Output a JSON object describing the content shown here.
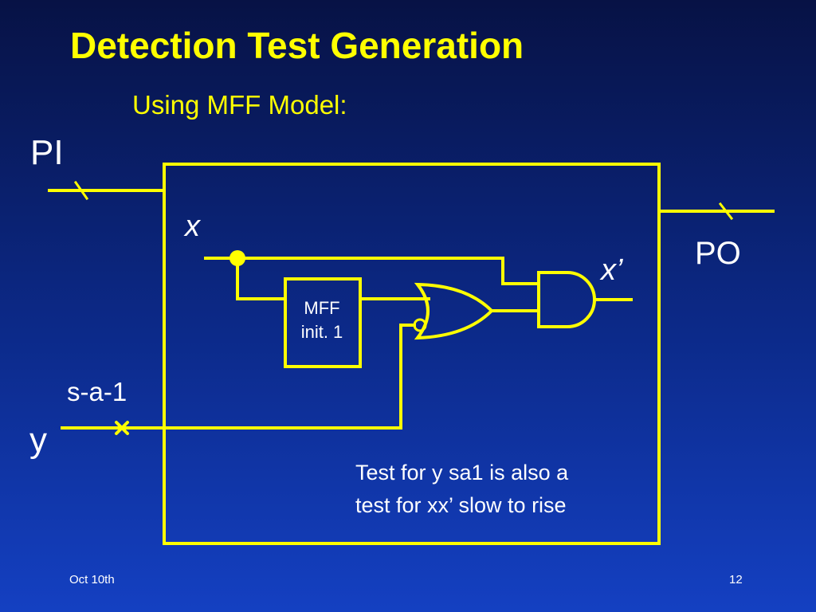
{
  "slide": {
    "title": "Detection Test Generation",
    "subtitle": "Using MFF Model:"
  },
  "diagram": {
    "pi_label": "PI",
    "po_label": "PO",
    "x_label": "x",
    "x_prime_label": "x’",
    "y_label": "y",
    "fault_label": "s-a-1",
    "mff_line1": "MFF",
    "mff_line2": "init. 1",
    "wire_color": "#ffff00",
    "fault_marker_color": "#ffff00"
  },
  "note": {
    "line1": "Test for y sa1 is also a",
    "line2": "test for xx’ slow to rise"
  },
  "footer": {
    "date": "Oct  10th",
    "page": "12"
  }
}
